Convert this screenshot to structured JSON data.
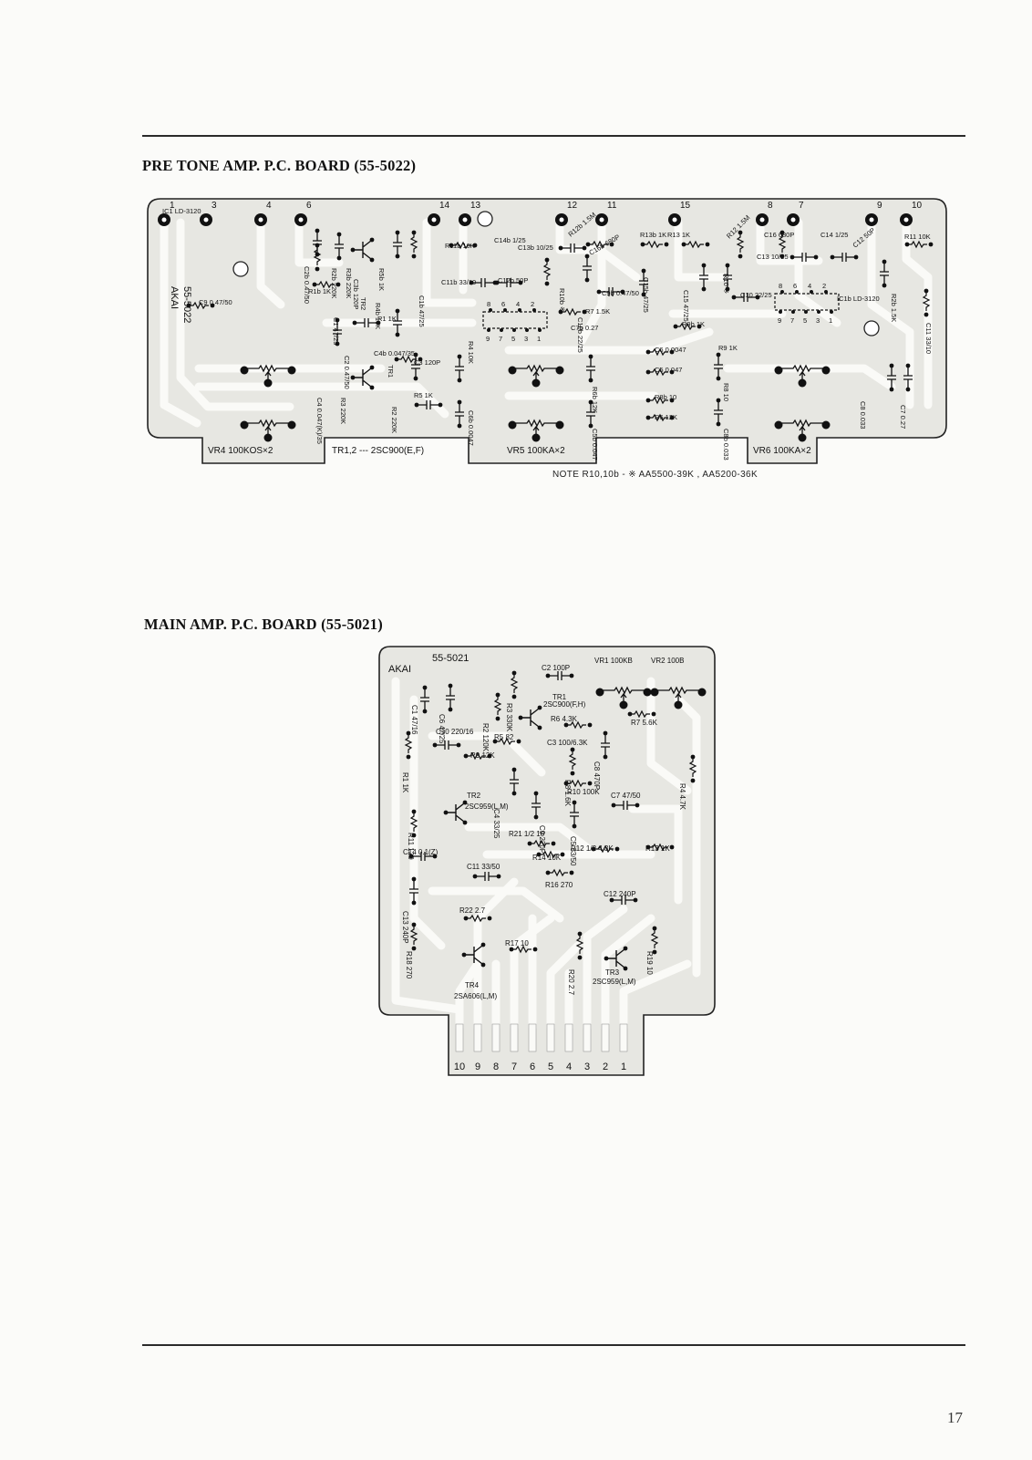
{
  "pre_tone": {
    "title": "PRE TONE AMP. P.C. BOARD (55-5022)",
    "board_marks": [
      "AKAI",
      "55-5022"
    ],
    "terminals": [
      "1",
      "3",
      "4",
      "6",
      "14",
      "13",
      "12",
      "11",
      "15",
      "8",
      "7",
      "9",
      "10"
    ],
    "components": [
      "C2b 0.47/50",
      "R3b 220K",
      "R2b 220K",
      "C3b 120P",
      "R5b 1K",
      "R1b 1K",
      "R4b 10K",
      "TR2",
      "R11b 10K",
      "C14b 1/25",
      "C13b 10/25",
      "R12b 1.5M",
      "C16b 680P",
      "R10b ※",
      "C11b 33/10",
      "C12b 50P",
      "C10b 22/25",
      "C9b 0.47/50",
      "R13b 1K",
      "R13 1K",
      "C15b 47/25",
      "C15 47/25",
      "R10 ※",
      "R12 1.5M",
      "C16 680P",
      "C14 1/25",
      "C13 10/25",
      "C12 50P",
      "R11 10K",
      "R2b 1.5K",
      "C10 22/25",
      "C11 33/10",
      "R7 1.5K",
      "R9b 1K",
      "R9 1K",
      "C9 0.47/50",
      "R1 1K",
      "C1 47/25",
      "C1b 47/25",
      "C4b 0.047/35",
      "TR1",
      "C3 120P",
      "R5 1K",
      "C4 0.047(K)/35",
      "C2 0.47/50",
      "R3 220K",
      "R2 220K",
      "R4 10K",
      "C6b 0.0047",
      "C6 0.0047",
      "R6b 12K",
      "C5b 0.047",
      "C5 0.047",
      "R8b 10",
      "R6 12K",
      "R8 10",
      "C8b 0.033",
      "C8 0.033",
      "C7 0.27",
      "C7b 0.27",
      "IC1b LD-3120",
      "IC1 LD-3120"
    ],
    "ic_pins_top": [
      "8",
      "6",
      "4",
      "2"
    ],
    "ic_pins_bottom": [
      "9",
      "7",
      "5",
      "3",
      "1"
    ],
    "tabs": [
      "VR4 100KOS×2",
      "TR1,2 --- 2SC900(E,F)",
      "VR5 100KA×2",
      "VR6 100KA×2"
    ],
    "note": "NOTE  R10,10b - ※  AA5500-39K , AA5200-36K"
  },
  "main_amp": {
    "title": "MAIN AMP. P.C. BOARD (55-5021)",
    "board_marks": [
      "AKAI",
      "55-5021"
    ],
    "components": [
      "C1 47/16",
      "C6 47/25",
      "C2 100P",
      "VR1 100KB",
      "VR2 100B",
      "R3 330K",
      "R2 120K",
      "TR1",
      "2SC900(F,H)",
      "R6 4.3K",
      "R7 5.6K",
      "R1 1K",
      "C10 220/16",
      "R5 82",
      "R9 12K",
      "C3 100/6.3K",
      "R8 1.6K",
      "C8 470P",
      "R4 4.7K",
      "C4 33/25",
      "TR2",
      "2SC959(L,M)",
      "C9 220P",
      "R10 100K",
      "C7 47/50",
      "R11 120",
      "C5 33/50",
      "R21 1/2 10",
      "R12 1/2 4.3K",
      "R13 1K",
      "C14 0.1(Z)",
      "R14 10K",
      "C11 33/50",
      "R16 270",
      "C13 240P",
      "C12 240P",
      "R22 2.7",
      "R18 270",
      "R17 10",
      "R20 2.7",
      "R19 10",
      "TR3",
      "2SC959(L,M)",
      "TR4",
      "2SA606(L,M)"
    ],
    "connector_pins": [
      "10",
      "9",
      "8",
      "7",
      "6",
      "5",
      "4",
      "3",
      "2",
      "1"
    ]
  },
  "page_number": "17",
  "colors": {
    "ink": "#111111",
    "board": "#e7e7e2",
    "trace": "#fafaf7"
  }
}
